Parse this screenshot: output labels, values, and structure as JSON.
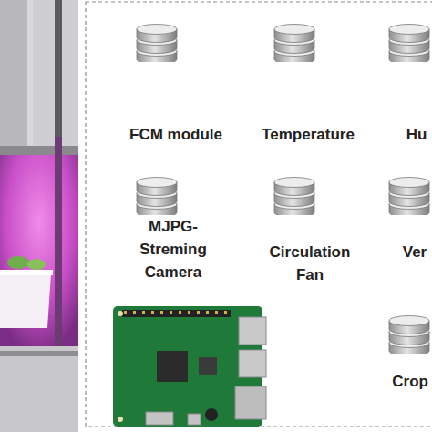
{
  "diagram": {
    "nodes": [
      {
        "text": [
          "FCM module"
        ]
      },
      {
        "text": [
          "Temperature"
        ]
      },
      {
        "text": [
          "Hu"
        ]
      },
      {
        "text": [
          "MJPG- Streming Camera"
        ]
      },
      {
        "text": [
          "Circulation Fan"
        ]
      },
      {
        "text": [
          "Ver"
        ]
      },
      {
        "text": [
          "Crop"
        ]
      }
    ]
  }
}
